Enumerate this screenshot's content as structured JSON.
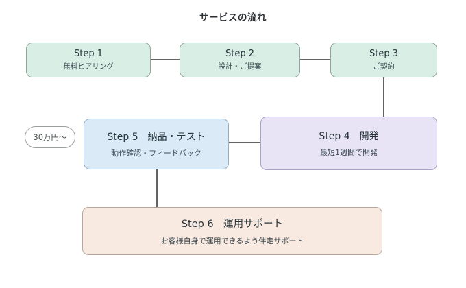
{
  "title": "サービスの流れ",
  "nodes": {
    "step1": {
      "title": "Step 1",
      "subtitle": "無料ヒアリング"
    },
    "step2": {
      "title": "Step 2",
      "subtitle": "設計・ご提案"
    },
    "step3": {
      "title": "Step 3",
      "subtitle": "ご契約"
    },
    "step4": {
      "title": "Step 4　開発",
      "subtitle": "最短1週間で開発"
    },
    "step5": {
      "title": "Step 5　納品・テスト",
      "subtitle": "動作確認・フィードバック"
    },
    "step6": {
      "title": "Step 6　運用サポート",
      "subtitle": "お客様自身で運用できるよう伴走サポート"
    },
    "price_badge": {
      "label": "30万円〜"
    }
  },
  "colors": {
    "step1_fill": "#d9eee4",
    "step2_fill": "#d9eee4",
    "step3_fill": "#d9eee4",
    "step4_fill": "#e8e4f6",
    "step5_fill": "#daeaf7",
    "step6_fill": "#f9eae1",
    "badge_fill": "#ffffff",
    "connector": "#636363",
    "background": "#ffffff"
  }
}
